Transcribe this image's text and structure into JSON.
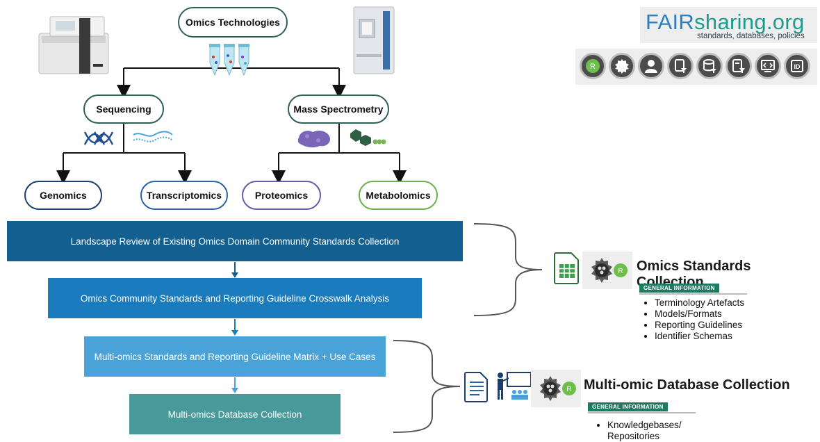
{
  "top_diagram": {
    "root": "Omics Technologies",
    "branches": [
      "Sequencing",
      "Mass Spectrometry"
    ],
    "leaves": [
      "Genomics",
      "Transcriptomics",
      "Proteomics",
      "Metabolomics"
    ]
  },
  "pipeline": {
    "stages": [
      "Landscape Review of Existing Omics Domain Community Standards Collection",
      "Omics Community Standards and Reporting Guideline Crosswalk Analysis",
      "Multi-omics Standards and Reporting Guideline Matrix + Use Cases",
      "Multi-omics Database Collection"
    ]
  },
  "brand": {
    "fair": "FAIR",
    "sharing": "sharing.org",
    "tagline": "standards, databases, policies"
  },
  "collections": [
    {
      "title": "Omics Standards Collection",
      "badge": "GENERAL INFORMATION",
      "items": [
        "Terminology Artefacts",
        "Models/Formats",
        "Reporting Guidelines",
        "Identifier Schemas"
      ]
    },
    {
      "title": "Multi-omic Database Collection",
      "badge": "GENERAL INFORMATION",
      "items": [
        "Knowledgebases/",
        "Repositories"
      ]
    }
  ],
  "colors": {
    "stage1": "#135f8f",
    "stage2": "#1a7cbd",
    "stage3": "#4aa3d8",
    "stage4": "#47999a",
    "genomics": "#1c3d6e",
    "transcriptomics": "#2a63a5",
    "proteomics": "#6a58a6",
    "metabolomics": "#6cb049",
    "neutral_pill": "#2f5e58",
    "fair_blue": "#2b7fc1",
    "fair_teal": "#1e9a8c",
    "badge_green": "#1f7a62"
  },
  "icons": [
    "sequencer-image",
    "mass-spectrometer-image",
    "test-tubes-icon",
    "dna-icon",
    "rna-icon",
    "protein-icon",
    "metabolite-icon",
    "fairsharing-icon-strip",
    "spreadsheet-icon",
    "document-icon",
    "presenter-icon",
    "fairsharing-collection-icon"
  ]
}
